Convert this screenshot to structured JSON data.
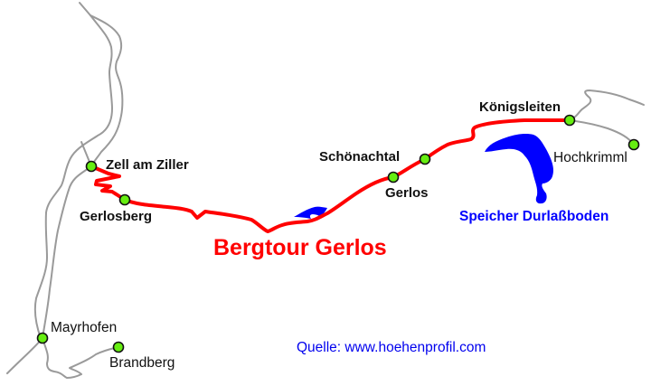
{
  "map": {
    "title": "Bergtour Gerlos",
    "source": "Quelle: www.hoehenprofil.com",
    "lake": {
      "name": "Speicher Durlaßboden"
    },
    "places": [
      {
        "name": "Zell am Ziller",
        "style": "bold",
        "on_route": true
      },
      {
        "name": "Gerlosberg",
        "style": "bold",
        "on_route": true
      },
      {
        "name": "Gerlos",
        "style": "bold",
        "on_route": true
      },
      {
        "name": "Schönachtal",
        "style": "bold",
        "on_route": true
      },
      {
        "name": "Königsleiten",
        "style": "bold",
        "on_route": true
      },
      {
        "name": "Hochkrimml",
        "style": "regular",
        "on_route": false
      },
      {
        "name": "Mayrhofen",
        "style": "regular",
        "on_route": false
      },
      {
        "name": "Brandberg",
        "style": "regular",
        "on_route": false
      }
    ],
    "colors": {
      "route": "#ff0000",
      "road": "#9a9a9a",
      "lake": "#0000ff",
      "stop_marker": "#66ee11",
      "source_text": "#0000ee"
    }
  }
}
